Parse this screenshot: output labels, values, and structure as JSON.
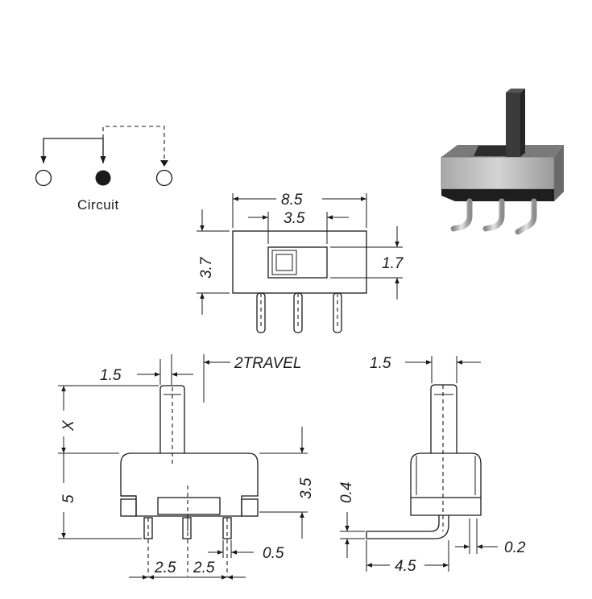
{
  "circuit": {
    "label": "Circuit"
  },
  "top_view": {
    "width_total": "8.5",
    "width_slot": "3.5",
    "height_total": "3.7",
    "height_slot": "1.7"
  },
  "front_view": {
    "actuator_width": "1.5",
    "travel": "2TRAVEL",
    "actuator_height": "X",
    "body_height": "5",
    "housing_height": "3.5",
    "pin_width": "0.5",
    "pitch_left": "2.5",
    "pitch_right": "2.5"
  },
  "side_view": {
    "actuator_width": "1.5",
    "lead_thickness": "0.4",
    "lead_gap": "0.2",
    "lead_length": "4.5"
  },
  "colors": {
    "line": "#1a1a1a",
    "housing": "#b9b9b9",
    "actuator": "#3a3a3a"
  }
}
